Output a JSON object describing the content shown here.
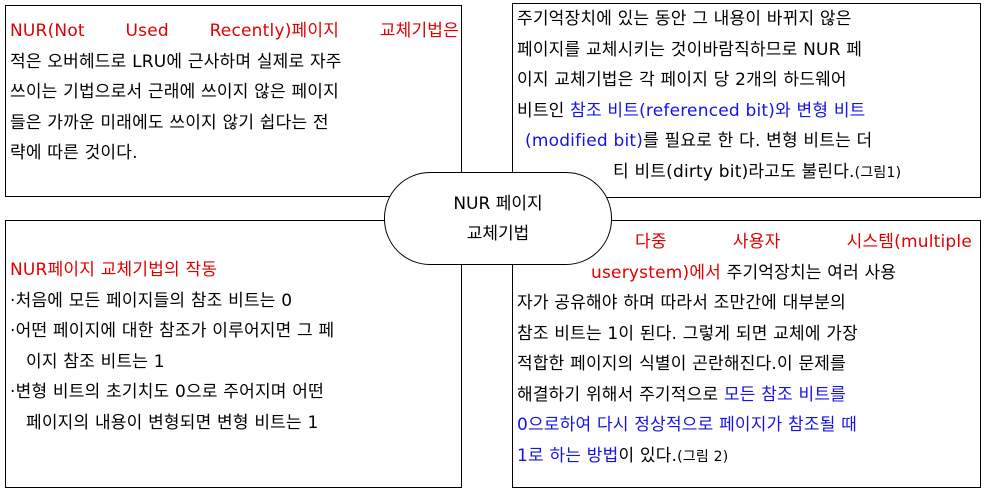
{
  "top_left": {
    "l1_a": "NUR(Not",
    "l1_b": "Used",
    "l1_c": "Recently)페이지",
    "l1_d": "교체기법은",
    "l2": "적은 오버헤드로 LRU에 근사하며 실제로 자주",
    "l3": "쓰이는 기법으로서 근래에 쓰이지 않은 페이지",
    "l4": "들은 가까운 미래에도 쓰이지 않기 쉽다는 전",
    "l5": "략에 따른 것이다."
  },
  "top_right": {
    "l1": "주기억장치에 있는 동안 그 내용이 바뀌지 않은",
    "l2": "페이지를 교체시키는 것이바람직하므로 NUR 페",
    "l3": "이지 교체기법은 각 페이지 당 2개의 하드웨어",
    "l4_a": "비트인 ",
    "l4_b": "참조 비트(referenced bit)와 변형 비트",
    "l5_a": "(modified bit)",
    "l5_b": "를 필요로 한 다. 변형 비트는 더",
    "l6_a": "티 비트(dirty bit)라고도 불린다.",
    "l6_b": "(그림1)"
  },
  "center": {
    "line1": "NUR 페이지",
    "line2": "교체기법"
  },
  "bottom_left": {
    "title": "NUR페이지 교체기법의 작동",
    "b1": "·처음에 모든 페이지들의 참조 비트는 0",
    "b2": "·어떤 페이지에 대한 참조가 이루어지면 그 페",
    "b2_cont": "이지 참조 비트는 1",
    "b3": "·변형 비트의 초기치도 0으로 주어지며 어떤",
    "b3_cont": "페이지의 내용이 변형되면 변형 비트는 1"
  },
  "bottom_right": {
    "l1_a": "다중",
    "l1_b": "사용자",
    "l1_c": "시스템(multiple",
    "l2_a": "userystem)에서",
    "l2_b": "주기억장치는 여러 사용",
    "l3": "자가 공유해야 하며 따라서 조만간에 대부분의",
    "l4": "참조 비트는 1이 된다. 그렇게 되면 교체에 가장",
    "l5": "적합한 페이지의 식별이 곤란해진다.이 문제를",
    "l6_a": "해결하기 위해서 주기적으로 ",
    "l6_b": "모든 참조 비트를",
    "l7_a": "0으로하여 다시 정상적으로 페이지가 참조될 때",
    "l8_a": "1로 하는 방법",
    "l8_b": "이 있다.",
    "l8_c": "(그림 2)"
  },
  "colors": {
    "red": "#e00000",
    "blue": "#1414e6",
    "border": "#000000"
  }
}
